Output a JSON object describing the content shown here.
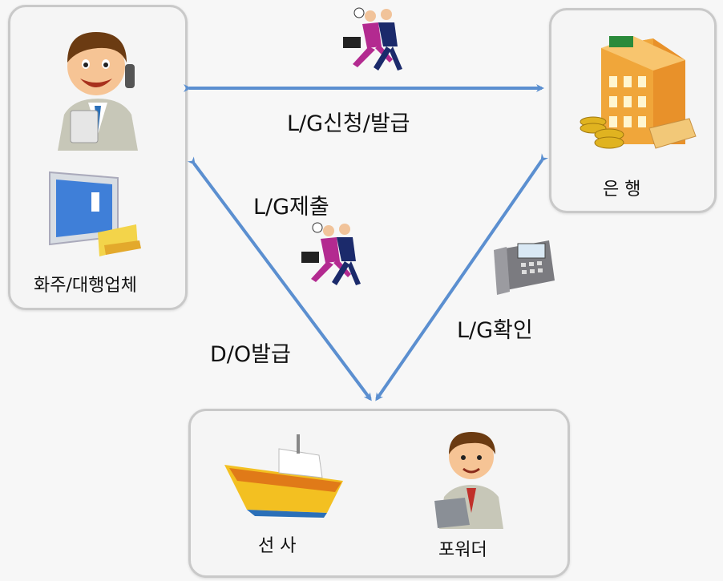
{
  "nodes": {
    "shipper": {
      "label": "화주/대행업체"
    },
    "bank": {
      "label": "은 행"
    },
    "carrier": {
      "label": "선 사"
    },
    "forwarder": {
      "label": "포워더"
    }
  },
  "flows": {
    "lg_apply_issue": {
      "label": "L/G신청/발급"
    },
    "lg_submit": {
      "label": "L/G제출"
    },
    "do_issue": {
      "label": "D/O발급"
    },
    "lg_confirm": {
      "label": "L/G확인"
    }
  },
  "colors": {
    "arrow": "#5b8fd0",
    "box_border": "#c9c9c9"
  },
  "icons": [
    "businessman-phone-icon",
    "computer-monitor-icon",
    "bank-building-icon",
    "running-people-icon",
    "office-phone-icon",
    "cargo-ship-icon",
    "businessman-laptop-icon"
  ]
}
